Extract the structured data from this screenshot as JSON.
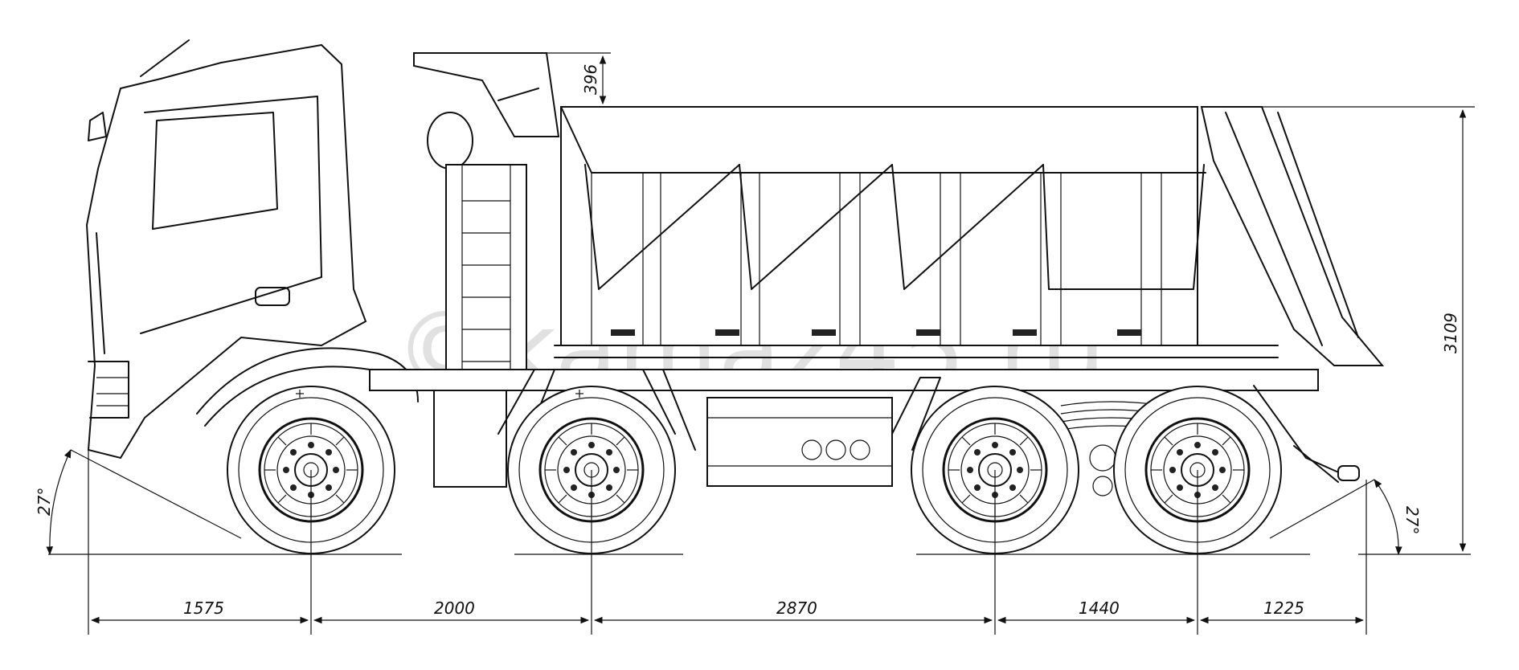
{
  "watermark": "©kamaz45.ru",
  "dimensions": {
    "front_overhang": "1575",
    "wheelbase_1_2": "2000",
    "wheelbase_2_3": "2870",
    "wheelbase_3_4": "1440",
    "rear_overhang": "1225",
    "overall_height": "3109",
    "headboard_height": "396"
  },
  "angles": {
    "approach_angle": "27°",
    "departure_angle": "27°"
  }
}
